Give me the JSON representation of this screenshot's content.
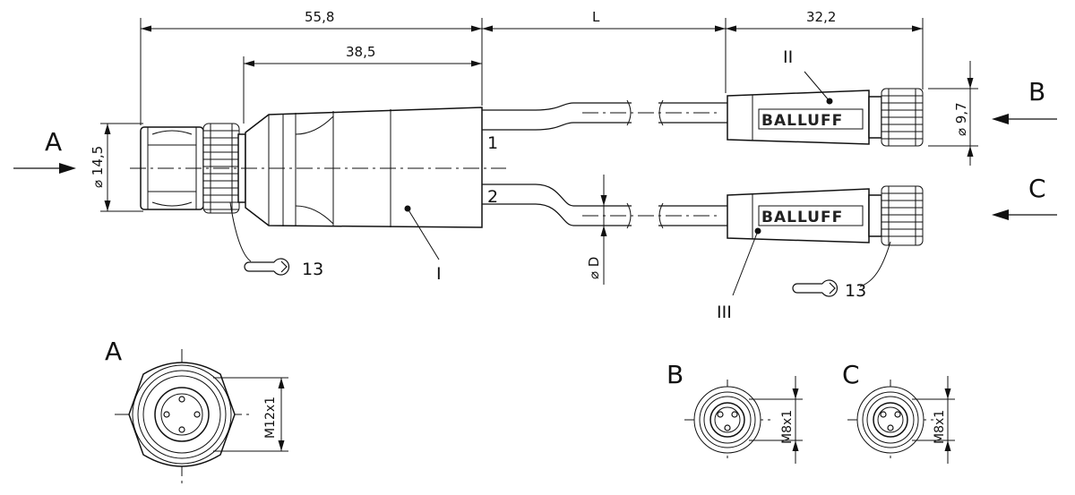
{
  "dimensions": {
    "total_left": "55,8",
    "splitter_body": "38,5",
    "cable_length": "L",
    "right_connector": "32,2",
    "dia_left": "⌀ 14,5",
    "dia_right": "⌀ 9,7",
    "dia_cable": "⌀ D"
  },
  "labels": {
    "view_a": "A",
    "view_b": "B",
    "view_c": "C",
    "cable_1": "1",
    "cable_2": "2",
    "part_1": "I",
    "part_2": "II",
    "part_3": "III",
    "wrench_left": "13",
    "wrench_right": "13",
    "brand_top": "BALLUFF",
    "brand_bottom": "BALLUFF"
  },
  "end_views": {
    "a_title": "A",
    "a_thread": "M12x1",
    "b_title": "B",
    "b_thread": "M8x1",
    "c_title": "C",
    "c_thread": "M8x1"
  }
}
